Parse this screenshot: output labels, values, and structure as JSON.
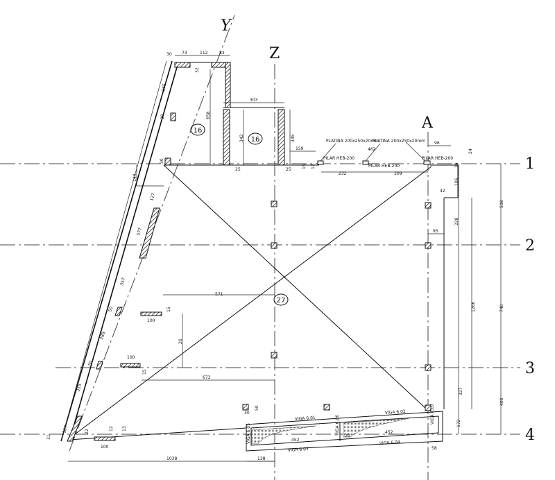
{
  "axes": {
    "y_axis": "Y",
    "z_axis": "Z",
    "a_axis": "A",
    "row1": "1",
    "row2": "2",
    "row3": "3",
    "row4": "4"
  },
  "markers": {
    "m16a": "16",
    "m16b": "16",
    "m27": "27"
  },
  "dims": {
    "d73": "73",
    "d112": "112",
    "d83": "83",
    "d30a": "30",
    "d32": "32",
    "d265": "265",
    "d30b": "30",
    "d30c": "30",
    "d658": "658",
    "d303": "303",
    "d342": "342",
    "d345": "345",
    "d25a": "25",
    "d25b": "25",
    "d159": "159",
    "d15": "15",
    "d12": "12",
    "d144": "144",
    "d462": "462",
    "d232": "232",
    "d309": "309",
    "d96": "96",
    "d24": "24",
    "d39": "39",
    "d106": "106",
    "d42": "42",
    "d228": "228",
    "d95": "95",
    "d508": "508",
    "d1266": "1266",
    "d740": "740",
    "d400": "400",
    "d327": "327",
    "d172": "172",
    "d577": "577",
    "d127": "127",
    "d357": "357",
    "d50a": "50",
    "d288": "288",
    "d50b": "50",
    "d355": "355",
    "d307": "307",
    "d31": "31",
    "d100a": "100",
    "d15b": "15",
    "d26": "26",
    "d100b": "100",
    "d15c": "15",
    "d673": "673",
    "d100c": "100",
    "d22": "22",
    "d12b": "12",
    "d13": "13",
    "d1038": "1038",
    "d138": "138",
    "d58": "58",
    "d452a": "452",
    "d452b": "452",
    "d20": "20",
    "d30d": "30",
    "d50c": "50"
  },
  "notes": {
    "platina1": "PLATINA 200x250x20mm",
    "platina2": "PLATINA 200x250x20mm",
    "pilar1": "PILAR HEB-200",
    "pilar2": "PILAR HEB-200",
    "pilar3": "PILAR HEB-200",
    "viga601": "VIGA 6.01",
    "viga602": "VIGA 6.02",
    "viga603": "VIGA 6.03",
    "viga604": "VIGA 6.04",
    "viga605": "VIGA 6.05",
    "viga606": "VIGA 6.06",
    "viga607": "VIGA 6.07"
  }
}
